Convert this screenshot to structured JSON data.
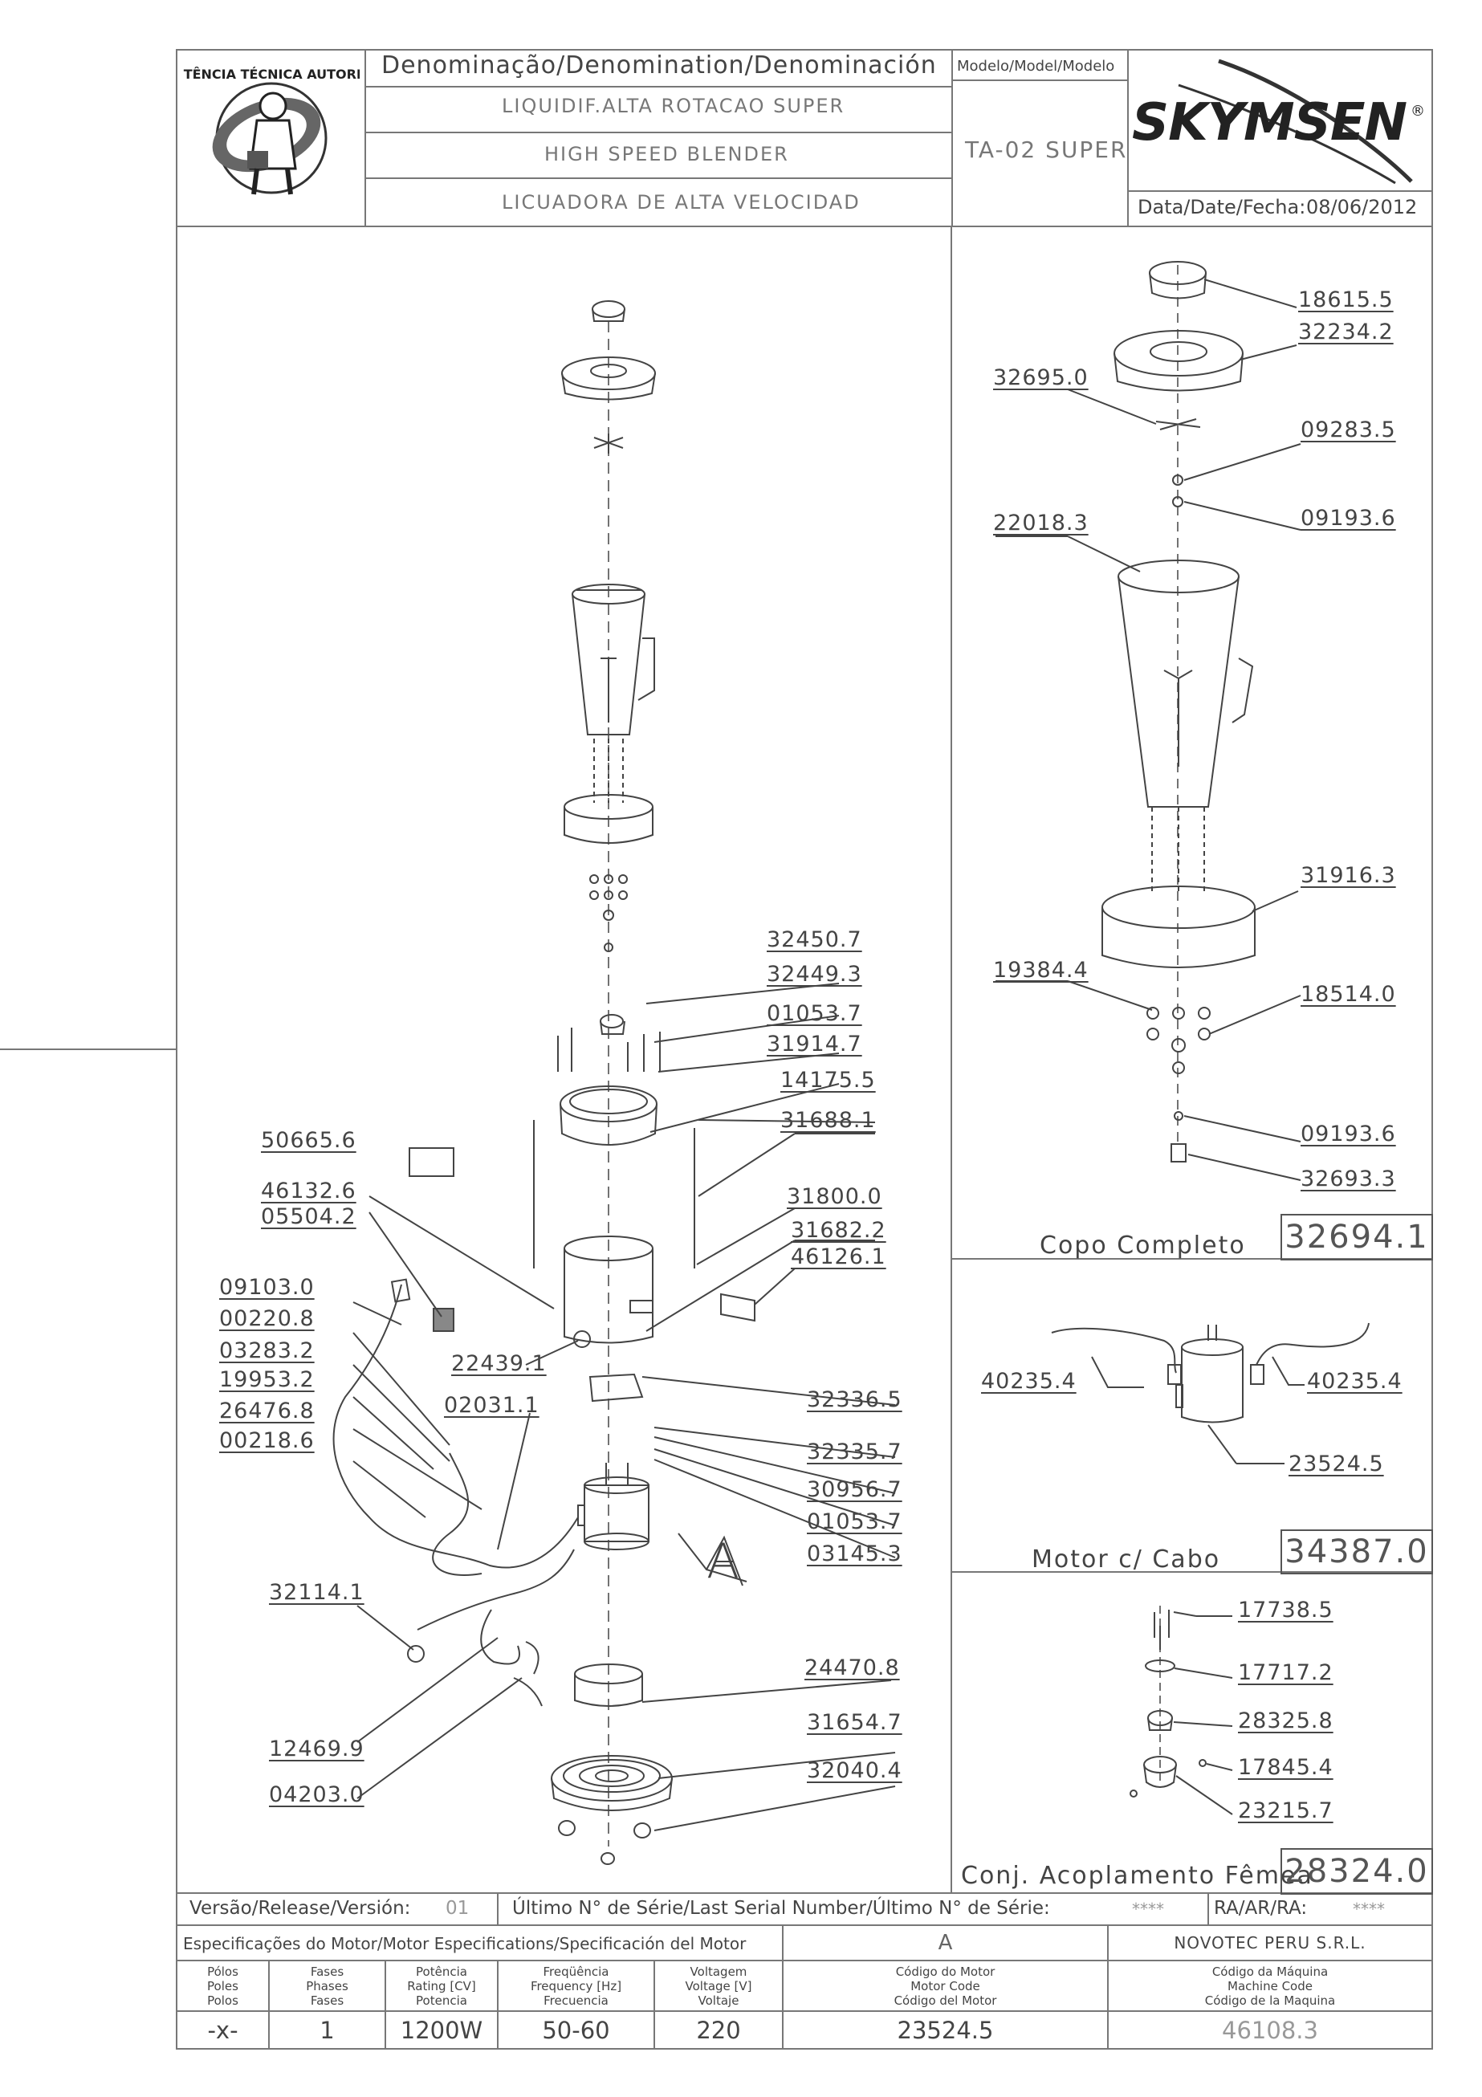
{
  "header": {
    "denomination_title": "Denominação/Denomination/Denominación",
    "name_pt": "LIQUIDIF.ALTA ROTACAO SUPER",
    "name_en": "HIGH SPEED BLENDER",
    "name_es": "LICUADORA DE ALTA VELOCIDAD",
    "model_title": "Modelo/Model/Modelo",
    "model_value": "TA-02 SUPER",
    "brand": "SKYMSEN",
    "brand_mark": "®",
    "date_label": "Data/Date/Fecha:",
    "date_value": "08/06/2012",
    "seal_text": "ASSISTÊNCIA TÉCNICA AUTORIZADA"
  },
  "main_labels": [
    "32450.7",
    "32449.3",
    "01053.7",
    "31914.7",
    "14175.5",
    "31688.1",
    "50665.6",
    "46132.6",
    "05504.2",
    "31800.0",
    "31682.2",
    "46126.1",
    "09103.0",
    "00220.8",
    "03283.2",
    "19953.2",
    "26476.8",
    "00218.6",
    "22439.1",
    "02031.1",
    "32336.5",
    "32335.7",
    "30956.7",
    "01053.7",
    "03145.3",
    "32114.1",
    "24470.8",
    "31654.7",
    "32040.4",
    "12469.9",
    "04203.0"
  ],
  "detail_label": "A",
  "copo": {
    "labels": [
      "18615.5",
      "32234.2",
      "32695.0",
      "09283.5",
      "09193.6",
      "22018.3",
      "31916.3",
      "19384.4",
      "18514.0",
      "09193.6",
      "32693.3"
    ],
    "title": "Copo Completo",
    "code": "32694.1"
  },
  "motor": {
    "labels": [
      "40235.4",
      "40235.4",
      "23524.5"
    ],
    "title": "Motor c/ Cabo",
    "code": "34387.0"
  },
  "acoplamento": {
    "labels": [
      "17738.5",
      "17717.2",
      "28325.8",
      "17845.4",
      "23215.7"
    ],
    "title": "Conj. Acoplamento Fêmea",
    "code": "28324.0"
  },
  "release": {
    "version_label": "Versão/Release/Versión:",
    "version_value": "01",
    "serial_label": "Último N° de Série/Last Serial Number/Último N° de Série:",
    "serial_value": "****",
    "ra_label": "RA/AR/RA:",
    "ra_value": "****"
  },
  "specs": {
    "title": "Especificações do Motor/Motor Especifications/Specificación del Motor",
    "motor_letter": "A",
    "company": "NOVOTEC PERU S.R.L.",
    "columns": [
      {
        "header": [
          "Pólos",
          "Poles",
          "Polos"
        ],
        "value": "-x-"
      },
      {
        "header": [
          "Fases",
          "Phases",
          "Fases"
        ],
        "value": "1"
      },
      {
        "header": [
          "Potência",
          "Rating [CV]",
          "Potencia"
        ],
        "value": "1200W"
      },
      {
        "header": [
          "Freqüência",
          "Frequency [Hz]",
          "Frecuencia"
        ],
        "value": "50-60"
      },
      {
        "header": [
          "Voltagem",
          "Voltage [V]",
          "Voltaje"
        ],
        "value": "220"
      },
      {
        "header": [
          "Código do Motor",
          "Motor Code",
          "Código del Motor"
        ],
        "value": "23524.5"
      },
      {
        "header": [
          "Código da Máquina",
          "Machine Code",
          "Código de la Maquina"
        ],
        "value": "46108.3"
      }
    ]
  }
}
